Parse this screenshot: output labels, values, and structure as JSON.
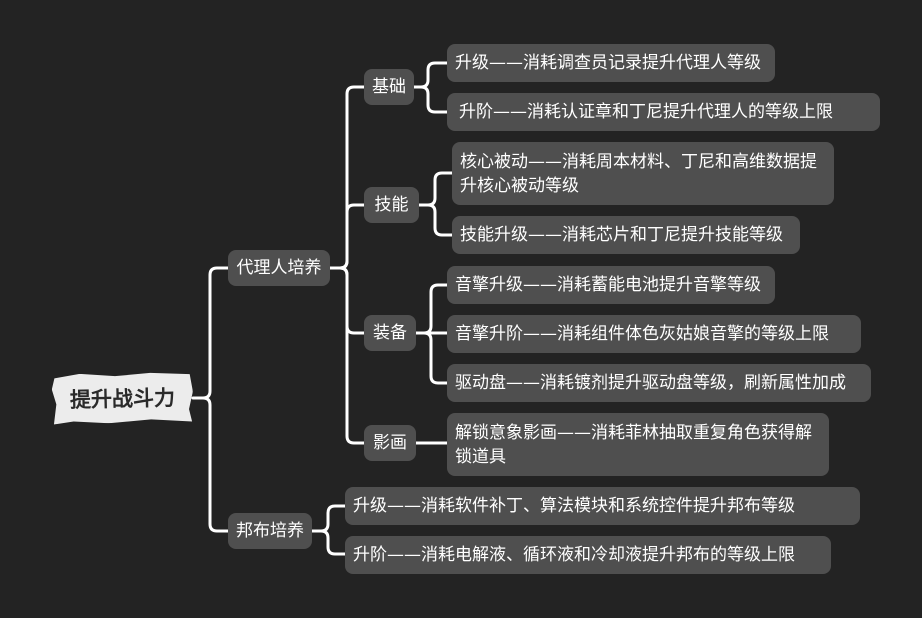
{
  "root": "提升战斗力",
  "agent": {
    "label": "代理人培养",
    "basic": {
      "label": "基础",
      "items": [
        "升级——消耗调查员记录提升代理人等级",
        "升阶——消耗认证章和丁尼提升代理人的等级上限"
      ]
    },
    "skill": {
      "label": "技能",
      "items": [
        "核心被动——消耗周本材料、丁尼和高维数据提升核心被动等级",
        "技能升级——消耗芯片和丁尼提升技能等级"
      ]
    },
    "equipment": {
      "label": "装备",
      "items": [
        "音擎升级——消耗蓄能电池提升音擎等级",
        "音擎升阶——消耗组件体色灰姑娘音擎的等级上限",
        "驱动盘——消耗镀剂提升驱动盘等级，刷新属性加成"
      ]
    },
    "cinema": {
      "label": "影画",
      "items": [
        "解锁意象影画——消耗菲林抽取重复角色获得解锁道具"
      ]
    }
  },
  "bangboo": {
    "label": "邦布培养",
    "items": [
      "升级——消耗软件补丁、算法模块和系统控件提升邦布等级",
      "升阶——消耗电解液、循环液和冷却液提升邦布的等级上限"
    ]
  }
}
